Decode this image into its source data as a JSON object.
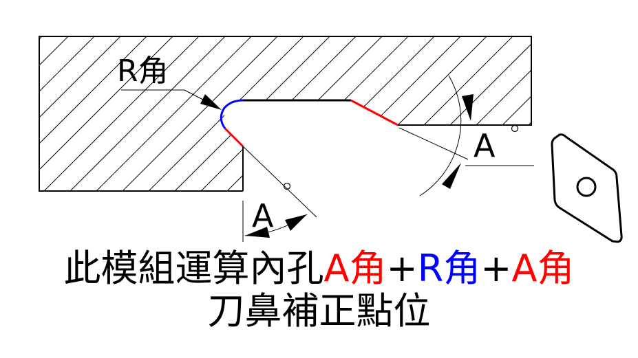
{
  "labels": {
    "corner_radius": "R角",
    "angle_right": "A",
    "angle_left": "A"
  },
  "caption": {
    "line1": [
      {
        "text": "此模組運算內孔",
        "color": "black"
      },
      {
        "text": "A角",
        "color": "red"
      },
      {
        "text": "+",
        "color": "black"
      },
      {
        "text": "R角",
        "color": "blue"
      },
      {
        "text": "+",
        "color": "black"
      },
      {
        "text": "A角",
        "color": "red"
      }
    ],
    "line2": "刀鼻補正點位"
  },
  "colors": {
    "outline": "#000000",
    "angle_segment": "#ff0000",
    "radius_segment": "#0000ff",
    "flat_segment": "#000000"
  }
}
